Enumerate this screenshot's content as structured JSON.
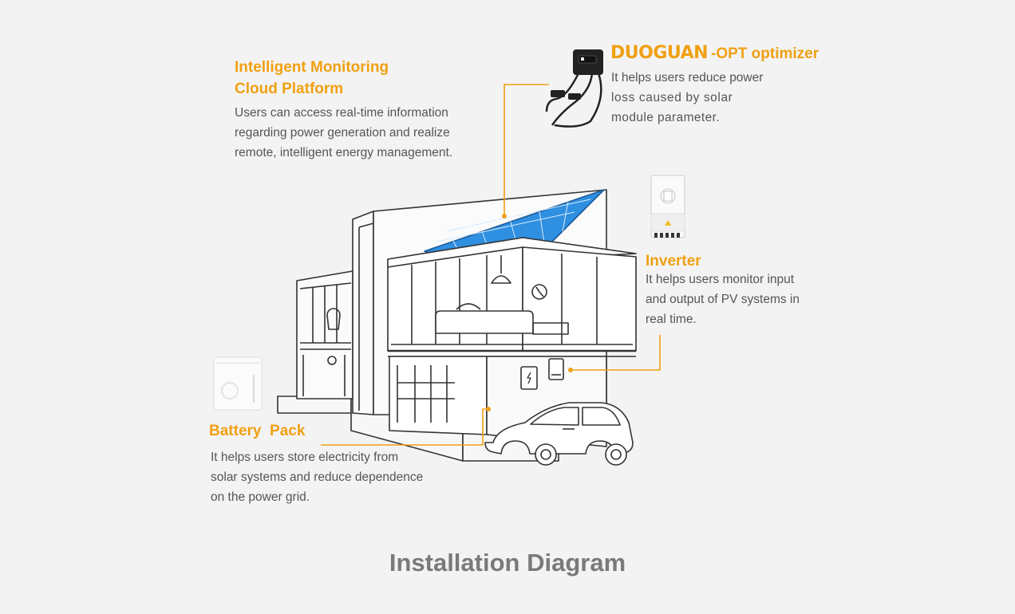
{
  "monitoring": {
    "title_line1": "Intelligent Monitoring",
    "title_line2": "Cloud Platform",
    "body_line1": "Users can access real-time information",
    "body_line2": "regarding power generation and realize",
    "body_line3": "remote, intelligent energy management."
  },
  "optimizer": {
    "brand": "DUOGUAN",
    "title_suffix": "-OPT optimizer",
    "body_line1": "It helps users reduce power",
    "body_line2": "loss caused by solar",
    "body_line3": "module parameter."
  },
  "inverter": {
    "title": "Inverter",
    "body_line1": "It helps users monitor input",
    "body_line2": "and output of PV systems in",
    "body_line3": "real time."
  },
  "battery": {
    "title": "Battery  Pack",
    "body_line1": "It helps users store electricity from",
    "body_line2": "solar systems and reduce dependence",
    "body_line3": "on the power grid."
  },
  "footer": {
    "title": "Installation Diagram"
  },
  "colors": {
    "accent": "#f0a013",
    "line": "#333333",
    "panel": "#2f8fe0",
    "text": "#555555",
    "title": "#7a7a7a"
  }
}
